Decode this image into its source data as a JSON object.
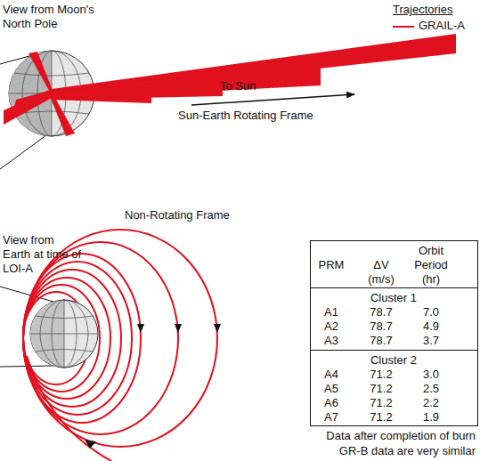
{
  "diagram": {
    "labels": [
      "View from Moon's North Pole",
      "Trajectories",
      "To Sun",
      "Sun-Earth Rotating Frame",
      "Non-Rotating Frame",
      "View from Earth at time of LOI-A",
      "PRM",
      "ΔV",
      "(m/s)",
      "Orbit",
      "Period",
      "(hr)",
      "Cluster 1",
      "A1",
      "78.7",
      "7.0",
      "A2",
      "78.7",
      "4.9",
      "A3",
      "78.7",
      "3.7",
      "Cluster 2",
      "A4",
      "71.2",
      "3.0",
      "A5",
      "71.2",
      "2.5",
      "A6",
      "71.2",
      "2.2",
      "A7",
      "71.2",
      "1.9",
      "Data after completion of burn",
      "GR-B data are very similar"
    ],
    "legend": [
      {
        "text": "GRAIL-A"
      }
    ]
  }
}
